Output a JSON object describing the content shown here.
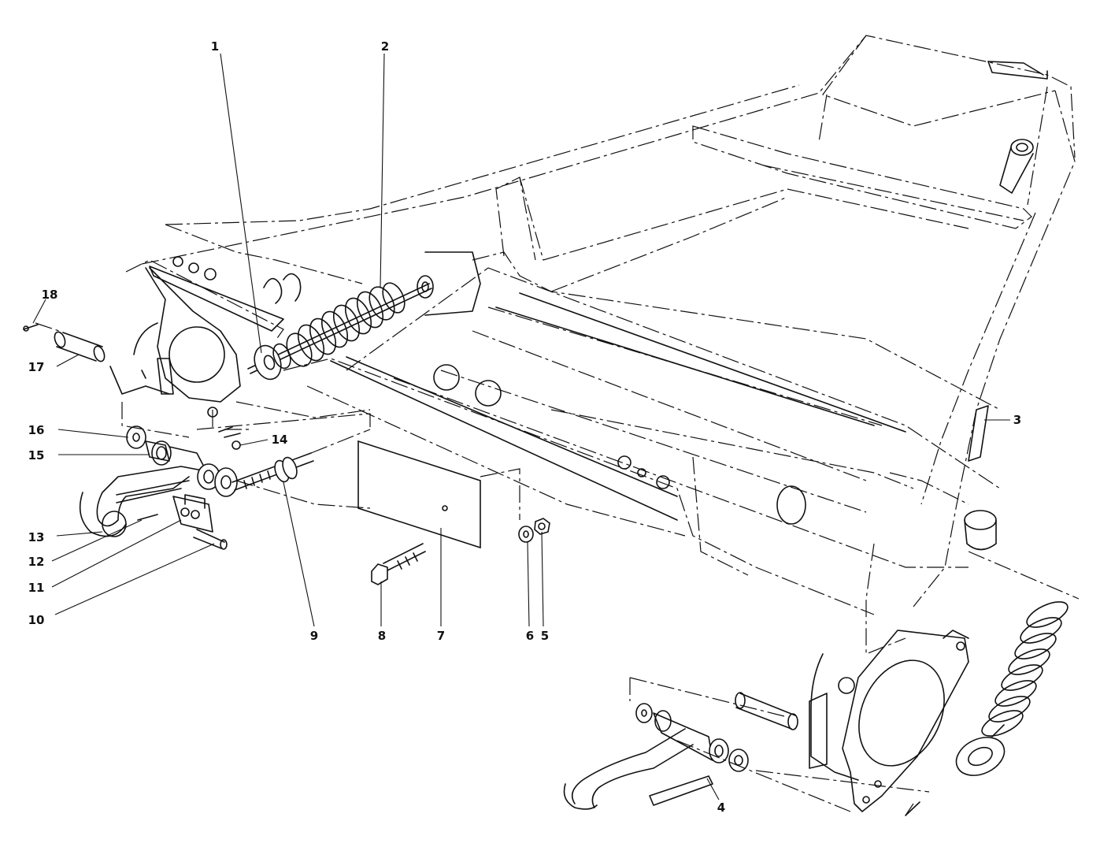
{
  "callouts": [
    {
      "id": "1",
      "label": "1"
    },
    {
      "id": "2",
      "label": "2"
    },
    {
      "id": "3",
      "label": "3"
    },
    {
      "id": "4",
      "label": "4"
    },
    {
      "id": "5",
      "label": "5"
    },
    {
      "id": "6",
      "label": "6"
    },
    {
      "id": "7",
      "label": "7"
    },
    {
      "id": "8",
      "label": "8"
    },
    {
      "id": "9",
      "label": "9"
    },
    {
      "id": "10",
      "label": "10"
    },
    {
      "id": "11",
      "label": "11"
    },
    {
      "id": "12",
      "label": "12"
    },
    {
      "id": "13",
      "label": "13"
    },
    {
      "id": "14",
      "label": "14"
    },
    {
      "id": "15",
      "label": "15"
    },
    {
      "id": "16",
      "label": "16"
    },
    {
      "id": "17",
      "label": "17"
    },
    {
      "id": "18",
      "label": "18"
    }
  ],
  "colors": {
    "ink": "#111111",
    "paper": "#ffffff"
  }
}
